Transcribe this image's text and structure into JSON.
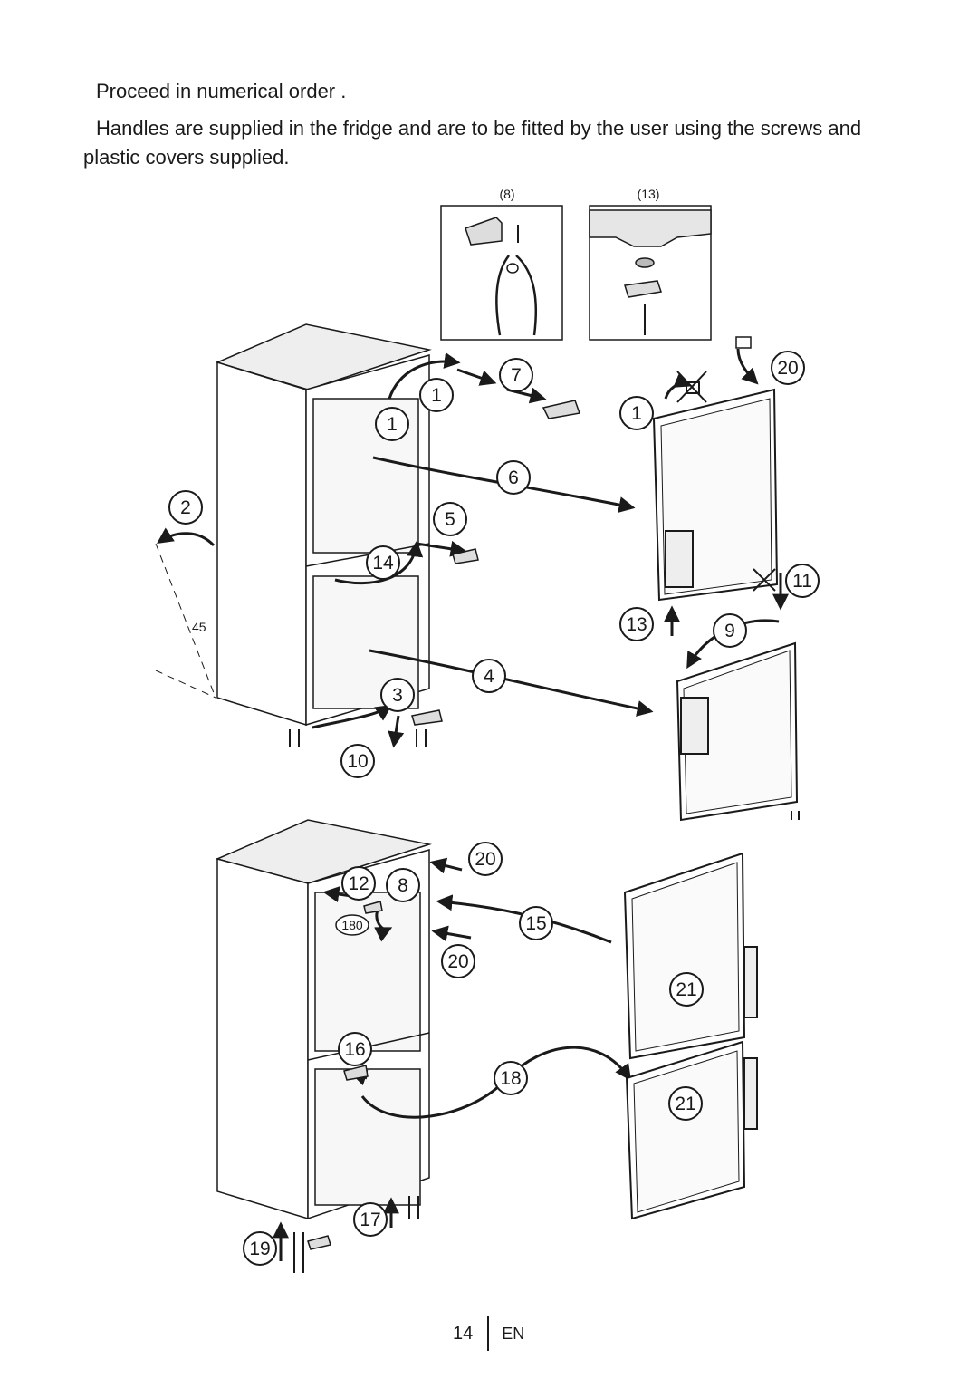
{
  "instructions": {
    "line1": "Proceed in numerical order .",
    "line2": "Handles are supplied in the fridge and are to be fitted by the user using the screws and plastic covers supplied."
  },
  "detail_boxes": {
    "left_label": "(8)",
    "right_label": "(13)"
  },
  "angle_label": "45",
  "rotation_label": "180",
  "steps_top": {
    "s2": "2",
    "s1a": "1",
    "s1b": "1",
    "s1c": "1",
    "s7": "7",
    "s20a": "20",
    "s6": "6",
    "s5": "5",
    "s14": "14",
    "s11": "11",
    "s13": "13",
    "s9": "9",
    "s4": "4",
    "s3": "3",
    "s10": "10"
  },
  "steps_bottom": {
    "s20b": "20",
    "s12": "12",
    "s8": "8",
    "s15": "15",
    "s20c": "20",
    "s21a": "21",
    "s16": "16",
    "s18": "18",
    "s21b": "21",
    "s17": "17",
    "s19": "19"
  },
  "footer": {
    "page_number": "14",
    "language": "EN"
  }
}
